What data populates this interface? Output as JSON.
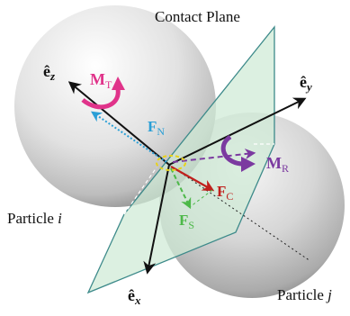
{
  "diagram": {
    "title": "Contact Plane",
    "particle_i": {
      "name": "Particle",
      "index": "i"
    },
    "particle_j": {
      "name": "Particle",
      "index": "j"
    },
    "axes": {
      "ez": {
        "base": "ê",
        "sub": "z"
      },
      "ey": {
        "base": "ê",
        "sub": "y"
      },
      "ex": {
        "base": "ê",
        "sub": "x"
      }
    },
    "forces": {
      "FN": {
        "base": "F",
        "sub": "N",
        "color": "#2a9fd6"
      },
      "FC": {
        "base": "F",
        "sub": "C",
        "color": "#c0201d"
      },
      "FS": {
        "base": "F",
        "sub": "S",
        "color": "#4cb848"
      }
    },
    "moments": {
      "MT": {
        "base": "M",
        "sub": "T",
        "color": "#e0338a"
      },
      "MR": {
        "base": "M",
        "sub": "R",
        "color": "#7b3aa0"
      }
    },
    "colors": {
      "plane_fill": "#cfead5",
      "plane_edge": "#3d8a8a",
      "contact_ring": "#e8d21a",
      "sphere_light": "#fafafa",
      "sphere_dark": "#8a8a8a"
    }
  }
}
